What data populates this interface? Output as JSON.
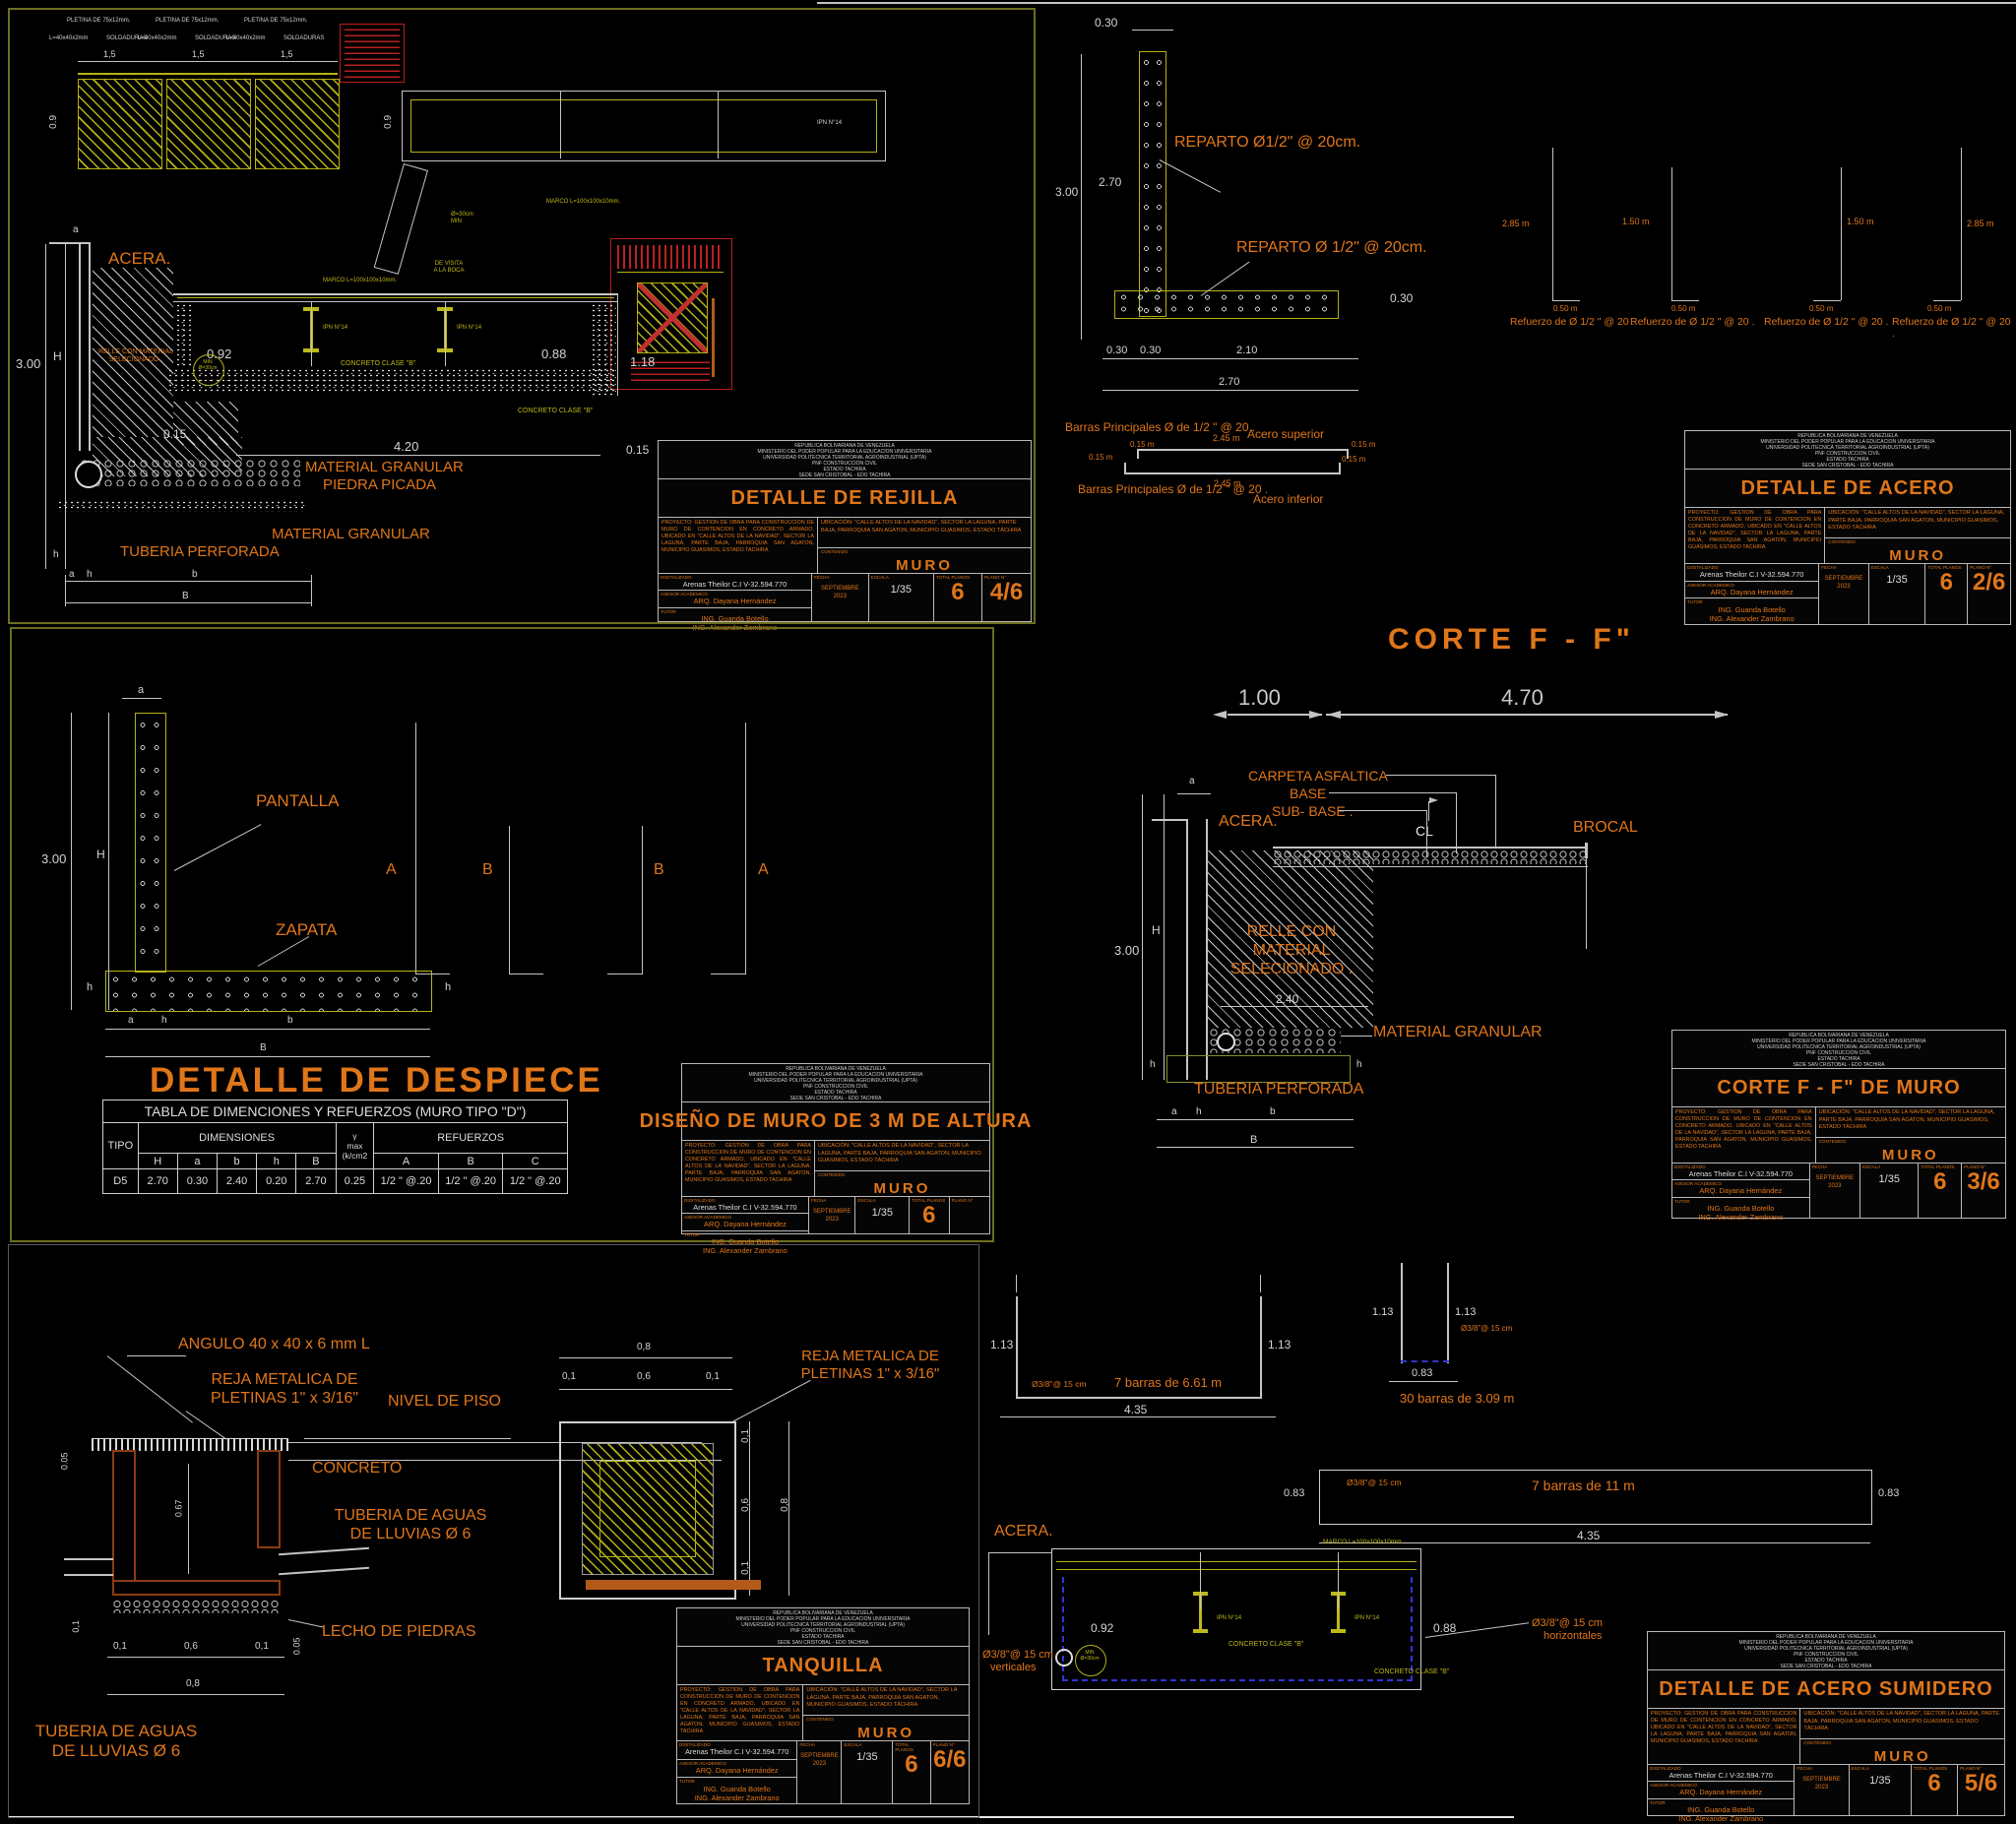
{
  "colors": {
    "background": "#000000",
    "line": "#c4c4c4",
    "accent_orange": "#e0761a",
    "steel_yellow": "#b5b214",
    "note_red": "#c03020",
    "rebar_blue": "#3434d6",
    "sheet_border_olive": "#6b6e1e"
  },
  "tb_common": {
    "header": "REPUBLICA BOLIVARIANA DE VENEZUELA\nMINISTERIO DEL PODER POPULAR PARA LA EDUCACION UNIVERSITARIA\nUNIVERSIDAD POLITECNICA TERRITORIAL AGROINDUSTRIAL (UPTA)\nPNF CONSTRUCCION CIVIL\nESTADO TACHIRA\nSEDE SAN CRISTOBAL - EDO TACHIRA",
    "proyecto_label": "PROYECTO:",
    "proyecto": "GESTION DE OBRA PARA CONSTRUCCION DE MURO DE CONTENCION EN CONCRETO ARMADO, UBICADO EN \"CALLE ALTOS DE LA NAVIDAD\", SECTOR LA LAGUNA, PARTE BAJA, PARROQUIA SAN AGATON, MUNICIPIO GUASIMOS, ESTADO TACHIRA",
    "ubicacion_label": "UBICACIÓN:",
    "ubicacion": "\"CALLE ALTOS DE LA NAVIDAD\", SECTOR LA LAGUNA, PARTE BAJA, PARROQUIA SAN AGATON, MUNICIPIO GUASIMOS, ESTADO TÁCHIRA",
    "contenido_label": "CONTENIDO",
    "contenido": "MURO",
    "digitalizado_label": "DIGITALIZADO",
    "digitalizado": "Arenas Theilor C.I V-32.594.770",
    "asesor_label": "ASESOR ACADEMICO",
    "asesor": "ARQ. Dayana Hernández",
    "tutor_label": "TUTOR",
    "tutores": "ING.   Guanda Botello\nING.   Alexander Zambrano",
    "fecha_label": "FECHA",
    "fecha": "SEPTIEMBRE 2023",
    "escala_label": "ESCALA",
    "escala": "1/35",
    "total_label": "TOTAL PLANOS",
    "plano_label": "PLANO N°",
    "total": "6"
  },
  "shared": {
    "ipn": "IPN N°14",
    "concreto_b": "CONCRETO CLASE \"B\"",
    "marco": "MARCO L=100x100x10mm.",
    "acera": "ACERA.",
    "mat_granular": "MATERIAL GRANULAR",
    "tuberia_perforada": "TUBERIA PERFORADA",
    "relle": "RELLE CON MATERIAL\nSELECIONADO .",
    "pletina": "PLETINA DE 75x12mm.",
    "ang_l": "L=40x40x2mm",
    "soldaduras": "SOLDADURAS",
    "d15": "1,5",
    "d09": "0.9",
    "d300": "3.00",
    "d015": "0.15",
    "a": "a",
    "b": "b",
    "h": "h",
    "B": "B",
    "H": "H",
    "min30": "MIN\nØ=30cm",
    "phi38": "Ø3/8\"@ 15 cm",
    "d113": "1.13",
    "d435": "4.35",
    "d083": "0.83",
    "refuerzo": "Refuerzo  de Ø 1/2 \"  @ 20 .",
    "d050m": "0.50  m",
    "d285m": "2.85  m",
    "d150m": "1.50  m",
    "barras_p": "Barras Principales   Ø de 1/2 \"   @ 20 .",
    "d245m": "2.45  m",
    "d015m": "0.15  m",
    "reja": "REJA METALICA DE\nPLETINAS 1\" x 3/16\"",
    "d01": "0,1",
    "d06": "0,6",
    "d08": "0,8",
    "d005": "0.05",
    "tub_lluvias": "TUBERIA DE AGUAS\nDE LLUVIAS Ø 6"
  },
  "sheets": {
    "s1": {
      "tb": {
        "title": "DETALLE DE REJILLA",
        "plano": "4/6"
      },
      "de_visita": "DE VISITA\nA LA BOCA",
      "phi30": "Ø=30cm\nMIN",
      "d092": "0.92",
      "d088": "0.88",
      "d118": "1.18",
      "d420": "4.20",
      "piedra": "PIEDRA PICADA"
    },
    "s2": {
      "tb": {
        "title": "DETALLE DE ACERO",
        "plano": "2/6"
      },
      "d030": "0.30",
      "d270": "2.70",
      "d210": "2.10",
      "reparto1": "REPARTO Ø1/2\" @ 20cm.",
      "reparto2": "REPARTO Ø 1/2\" @ 20cm.",
      "acero_sup": "Acero superior",
      "acero_inf": "Acero inferior"
    },
    "s3": {
      "tb": {
        "title": "DISEÑO DE MURO DE 3 M DE ALTURA",
        "plano": ""
      },
      "big_title": "DETALLE  DE  DESPIECE",
      "pantalla": "PANTALLA",
      "zapata": "ZAPATA",
      "A": "A",
      "Bl": "B",
      "table": {
        "title": "TABLA DE DIMENCIONES Y REFUERZOS (MURO TIPO \"D\")",
        "tipo": "TIPO",
        "dims": "DIMENSIONES",
        "gamma": "γ\nmax\n(k/cm2",
        "ref": "REFUERZOS",
        "cols": [
          "H",
          "a",
          "b",
          "h",
          "B"
        ],
        "refcols": [
          "A",
          "B",
          "C"
        ],
        "row": [
          "D5",
          "2.70",
          "0.30",
          "2.40",
          "0.20",
          "2.70",
          "0.25",
          "1/2 \" @.20",
          "1/2 \" @.20",
          "1/2 \" @.20"
        ]
      }
    },
    "s4": {
      "tb": {
        "title": "CORTE F - F\" DE MURO",
        "plano": "3/6"
      },
      "header": "CORTE   F   -   F\"",
      "d100": "1.00",
      "d470": "4.70",
      "carpeta": "CARPETA ASFALTICA",
      "base": "BASE",
      "subbase": "SUB- BASE .",
      "cl": "CL",
      "brocal": "BROCAL",
      "d240": "2.40"
    },
    "s5": {
      "tb": {
        "title": "TANQUILLA",
        "plano": "6/6"
      },
      "angulo": "ANGULO 40 x 40 x 6 mm L",
      "nivel": "NIVEL DE PISO",
      "concreto": "CONCRETO",
      "lecho": "LECHO DE PIEDRAS",
      "d067": "0.67"
    },
    "s6": {
      "tb": {
        "title": "DETALLE DE ACERO SUMIDERO",
        "plano": "5/6"
      },
      "b661": "7 barras de 6.61 m",
      "b309": "30 barras de 3.09 m",
      "b11": "7 barras de 11  m",
      "vert": "verticales",
      "horiz": "horizontales",
      "d092": "0.92",
      "d088": "0.88"
    }
  }
}
